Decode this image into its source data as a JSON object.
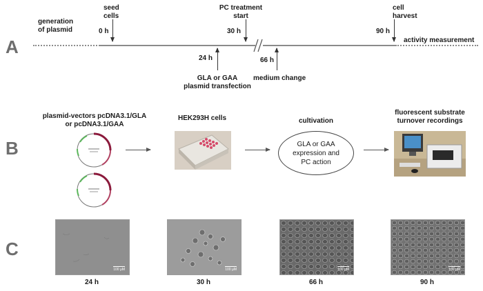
{
  "panel_a": {
    "letter": "A",
    "generation_plasmid": "generation\nof plasmid",
    "seed_cells": "seed\ncells",
    "t0": "0 h",
    "pc_treatment": "PC treatment\nstart",
    "t30": "30 h",
    "cell_harvest": "cell\nharvest",
    "t90": "90 h",
    "activity_measurement": "activity measurement",
    "t24": "24 h",
    "transfection": "GLA or GAA\nplasmid transfection",
    "t66": "66 h",
    "medium_change": "medium change"
  },
  "panel_b": {
    "letter": "B",
    "vectors": "plasmid-vectors pcDNA3.1/GLA\nor pcDNA3.1/GAA",
    "cells": "HEK293H cells",
    "cultivation": "cultivation",
    "oval_text": "GLA or GAA\nexpression and\nPC action",
    "recordings": "fluorescent substrate\nturnover recordings"
  },
  "panel_c": {
    "letter": "C",
    "scale": "100 µM",
    "times": [
      "24 h",
      "30 h",
      "66 h",
      "90 h"
    ]
  }
}
